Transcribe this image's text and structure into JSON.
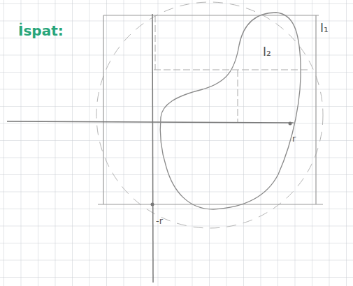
{
  "diagram": {
    "labels": [
      "İspat:",
      "I₁",
      "I₂",
      "r",
      "-r"
    ]
  }
}
